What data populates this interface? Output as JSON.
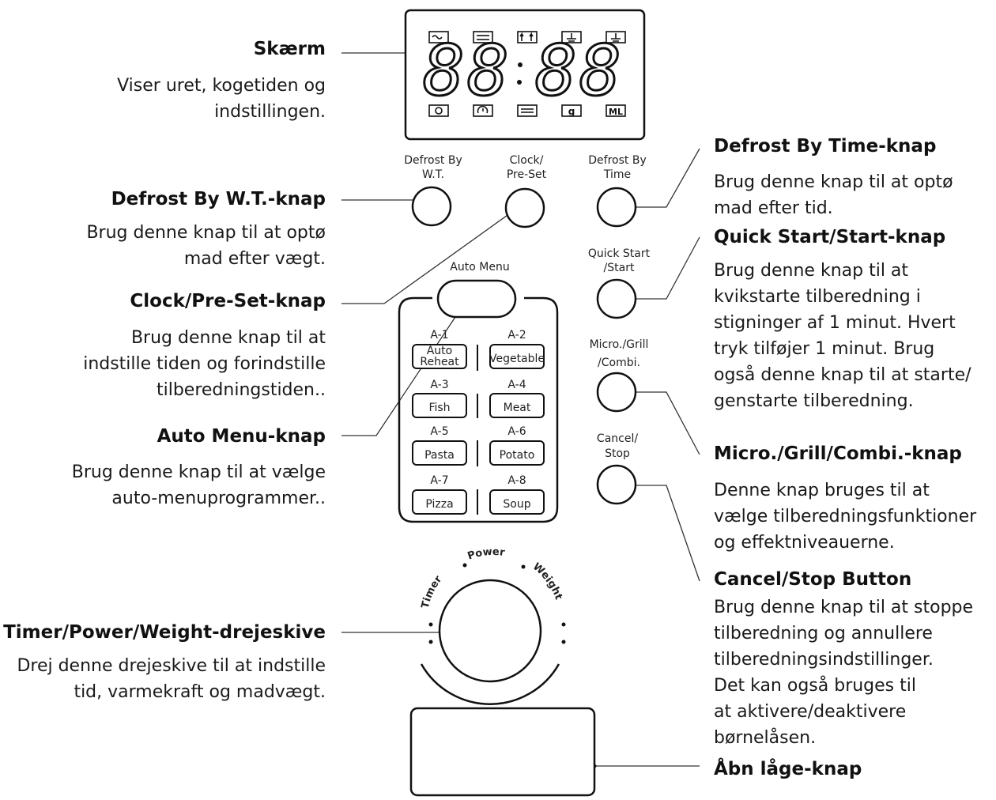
{
  "callouts": {
    "display": {
      "title": "Skærm",
      "lines": [
        "Viser uret, kogetiden og",
        "indstillingen."
      ]
    },
    "defrost_wt": {
      "title": "Defrost By W.T.-knap",
      "lines": [
        "Brug denne knap til at optø",
        "mad efter vægt."
      ]
    },
    "clock_preset": {
      "title": "Clock/Pre-Set-knap",
      "lines": [
        "Brug denne knap til at",
        "indstille tiden og forindstille",
        "tilberedningstiden.."
      ]
    },
    "auto_menu": {
      "title": "Auto Menu-knap",
      "lines": [
        "Brug denne knap til at vælge",
        "auto-menuprogrammer.."
      ]
    },
    "dial": {
      "title": "Timer/Power/Weight-drejeskive",
      "lines": [
        "Drej denne drejeskive til at indstille",
        "tid, varmekraft og madvægt."
      ]
    },
    "defrost_time": {
      "title": "Defrost By Time-knap",
      "lines": [
        "Brug denne knap til at optø",
        "mad efter tid."
      ]
    },
    "quick_start": {
      "title": "Quick Start/Start-knap",
      "lines": [
        "Brug denne knap til at",
        "kvikstarte tilberedning i",
        "stigninger af 1 minut. Hvert",
        "tryk tilføjer 1 minut. Brug",
        "også denne knap til at starte/",
        "genstarte tilberedning."
      ]
    },
    "micro_grill": {
      "title": "Micro./Grill/Combi.-knap",
      "lines": [
        "Denne knap bruges til at",
        "vælge tilberedningsfunktioner",
        "og effektniveauerne."
      ]
    },
    "cancel_stop": {
      "title": "Cancel/Stop Button",
      "lines": [
        "Brug denne knap til at stoppe",
        "tilberedning og annullere",
        "tilberedningsindstillinger.",
        "Det kan også bruges til",
        "at aktivere/deaktivere",
        "børnelåsen."
      ]
    },
    "door": {
      "title": "Åbn låge-knap",
      "lines": []
    }
  },
  "panel": {
    "display_digits": [
      "8",
      "8",
      "8",
      "8"
    ],
    "display_top_icons": [
      "microwave-icon",
      "grill-icon",
      "combi-icon",
      "defrost-weight-icon",
      "defrost-time-icon"
    ],
    "display_bottom_icons": [
      "power-icon",
      "clock-icon",
      "auto-menu-icon",
      "g",
      "ML"
    ],
    "buttons": {
      "defrost_wt": [
        "Defrost By",
        "W.T."
      ],
      "clock_preset": [
        "Clock/",
        "Pre-Set"
      ],
      "defrost_time": [
        "Defrost By",
        "Time"
      ],
      "quick_start": [
        "Quick Start",
        "/Start"
      ],
      "micro_grill": [
        "Micro./Grill",
        "/Combi."
      ],
      "cancel_stop": [
        "Cancel/",
        "Stop"
      ],
      "auto_menu": "Auto Menu"
    },
    "menu_items": [
      {
        "code": "A-1",
        "label": "Auto Reheat"
      },
      {
        "code": "A-2",
        "label": "Vegetable"
      },
      {
        "code": "A-3",
        "label": "Fish"
      },
      {
        "code": "A-4",
        "label": "Meat"
      },
      {
        "code": "A-5",
        "label": "Pasta"
      },
      {
        "code": "A-6",
        "label": "Potato"
      },
      {
        "code": "A-7",
        "label": "Pizza"
      },
      {
        "code": "A-8",
        "label": "Soup"
      }
    ],
    "dial_labels": {
      "left": "Timer",
      "top": "Power",
      "right": "Weight"
    }
  }
}
